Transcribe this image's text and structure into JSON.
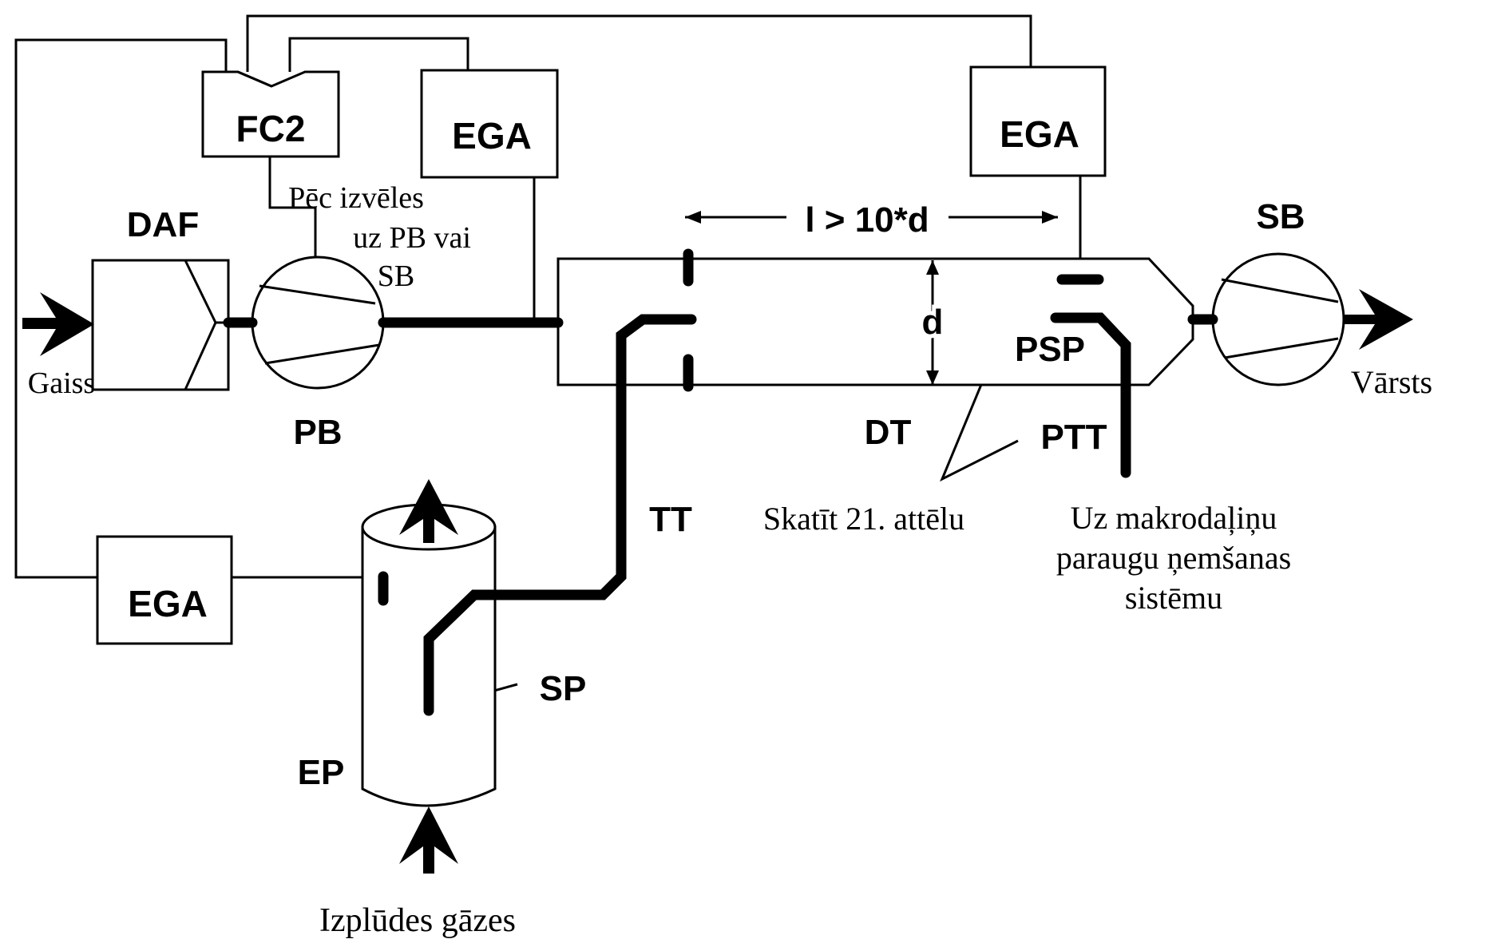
{
  "components": {
    "fc2": "FC2",
    "ega_top": "EGA",
    "ega_right": "EGA",
    "ega_bottom": "EGA",
    "daf": "DAF",
    "pb": "PB",
    "sb": "SB",
    "dt": "DT",
    "tt": "TT",
    "psp": "PSP",
    "ptt": "PTT",
    "sp": "SP",
    "ep": "EP"
  },
  "dimensions": {
    "length": "l > 10*d",
    "diameter": "d"
  },
  "notes": {
    "optional_line1": "Pēc izvēles",
    "optional_line2": "uz PB vai",
    "optional_line3": "SB",
    "air": "Gaiss",
    "exhaust": "Izplūdes gāzes",
    "outlet": "Vārsts",
    "see_figure": "Skatīt 21. attēlu",
    "macro_line1": "Uz makrodaļiņu",
    "macro_line2": "paraugu ņemšanas",
    "macro_line3": "sistēmu"
  }
}
